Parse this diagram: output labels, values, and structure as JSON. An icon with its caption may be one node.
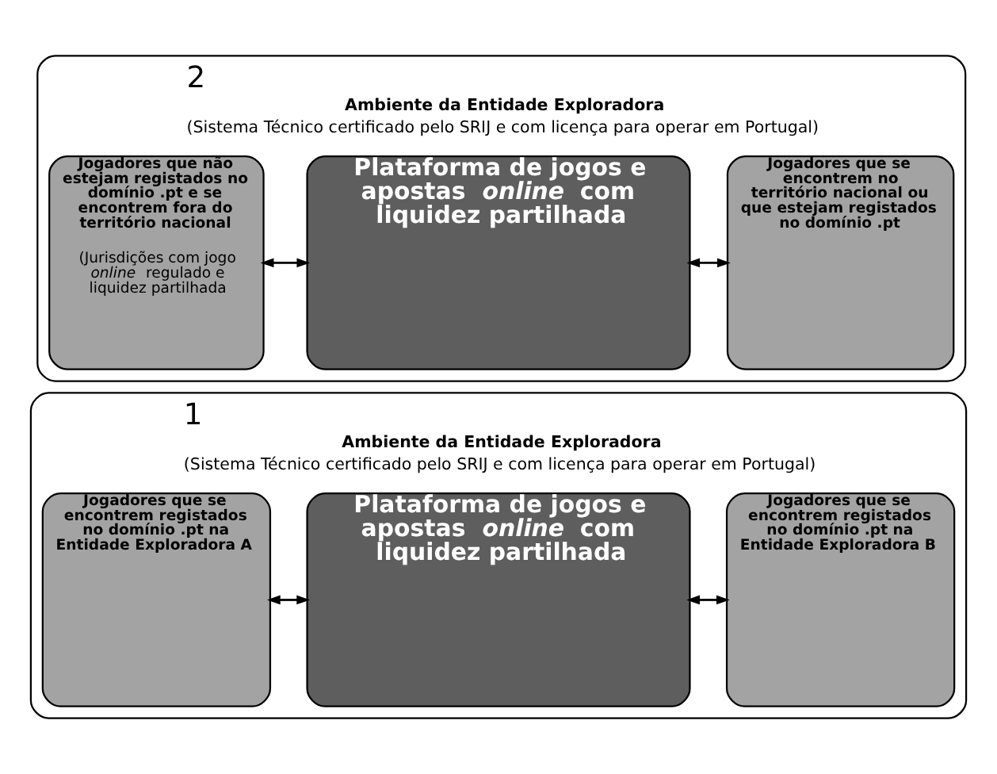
{
  "diagram": {
    "nodes": [
      {
        "text": [
          "1",
          "Ambiente da Entidade Exploradora",
          "(Sistema Técnico certificado pelo SRIJ e com licença para operar em Portugal)"
        ]
      },
      {
        "text": [
          "Jogadores que se encontrem registados no domínio .pt na Entidade Exploradora A"
        ],
        "in": 0
      },
      {
        "text": [
          "Plataforma de jogos e apostas *online* com liquidez partilhada"
        ],
        "in": 0
      },
      {
        "text": [
          "Jogadores que se encontrem registados no domínio .pt na Entidade Exploradora B"
        ],
        "in": 0
      },
      {
        "text": [
          "2",
          "Ambiente da Entidade Exploradora",
          "(Sistema Técnico certificado pelo SRIJ e com licença para operar em Portugal)"
        ]
      },
      {
        "text": [
          "Jogadores que não estejam registados no domínio .pt e se encontrem fora do território nacional",
          "(Jurisdições com jogo *online* regulado e liquidez partilhada"
        ],
        "in": 4
      },
      {
        "text": [
          "Plataforma de jogos e apostas *online* com liquidez partilhada"
        ],
        "in": 4
      },
      {
        "text": [
          "Jogadores que se encontrem no território nacional ou que estejam registados no domínio .pt"
        ],
        "in": 4
      }
    ],
    "edges": [
      {
        "from": 1,
        "to": 2,
        "arrow": "both"
      },
      {
        "from": 2,
        "to": 3,
        "arrow": "both"
      },
      {
        "from": 5,
        "to": 6,
        "arrow": "both"
      },
      {
        "from": 6,
        "to": 7,
        "arrow": "both"
      }
    ]
  }
}
